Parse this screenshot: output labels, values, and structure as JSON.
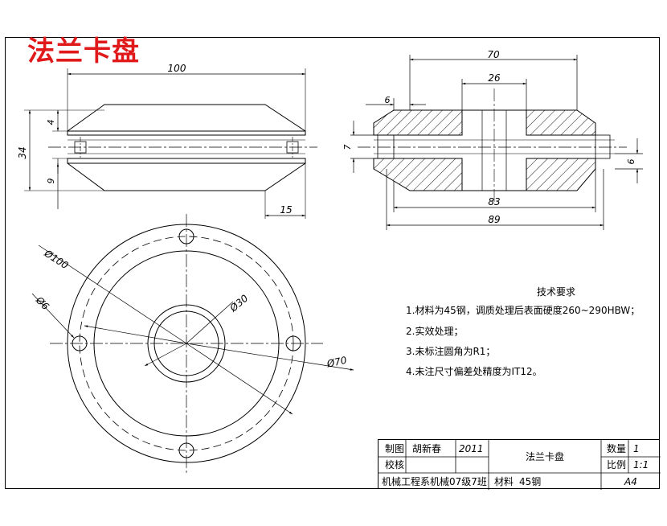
{
  "title": "法兰卡盘",
  "dimensions": {
    "d100_top": "100",
    "d34": "34",
    "d4": "4",
    "d9": "9",
    "d15": "15",
    "d70_top": "70",
    "d26": "26",
    "d6_left": "6",
    "d7": "7",
    "d6_right": "6",
    "d83": "83",
    "d89": "89",
    "phi100": "Ø100",
    "phi6": "Ø6",
    "phi30": "Ø30",
    "phi70": "Ø70"
  },
  "tech": {
    "heading": "技术要求",
    "items": [
      "1.材料为45钢，调质处理后表面硬度260~290HBW；",
      "2.实效处理；",
      "3.未标注圆角为R1；",
      "4.未注尺寸偏差处精度为IT12。"
    ]
  },
  "title_block": {
    "drawn_label": "制图",
    "drawer": "胡新春",
    "year": "2011",
    "part_name": "法兰卡盘",
    "quantity_label": "数量",
    "quantity": "1",
    "check_label": "校核",
    "scale_label": "比例",
    "scale": "1:1",
    "department": "机械工程系机械07级7班",
    "material_label": "材料",
    "material": "45钢",
    "paper": "A4"
  },
  "colors": {
    "title": "#e0191b",
    "line": "#000000"
  }
}
